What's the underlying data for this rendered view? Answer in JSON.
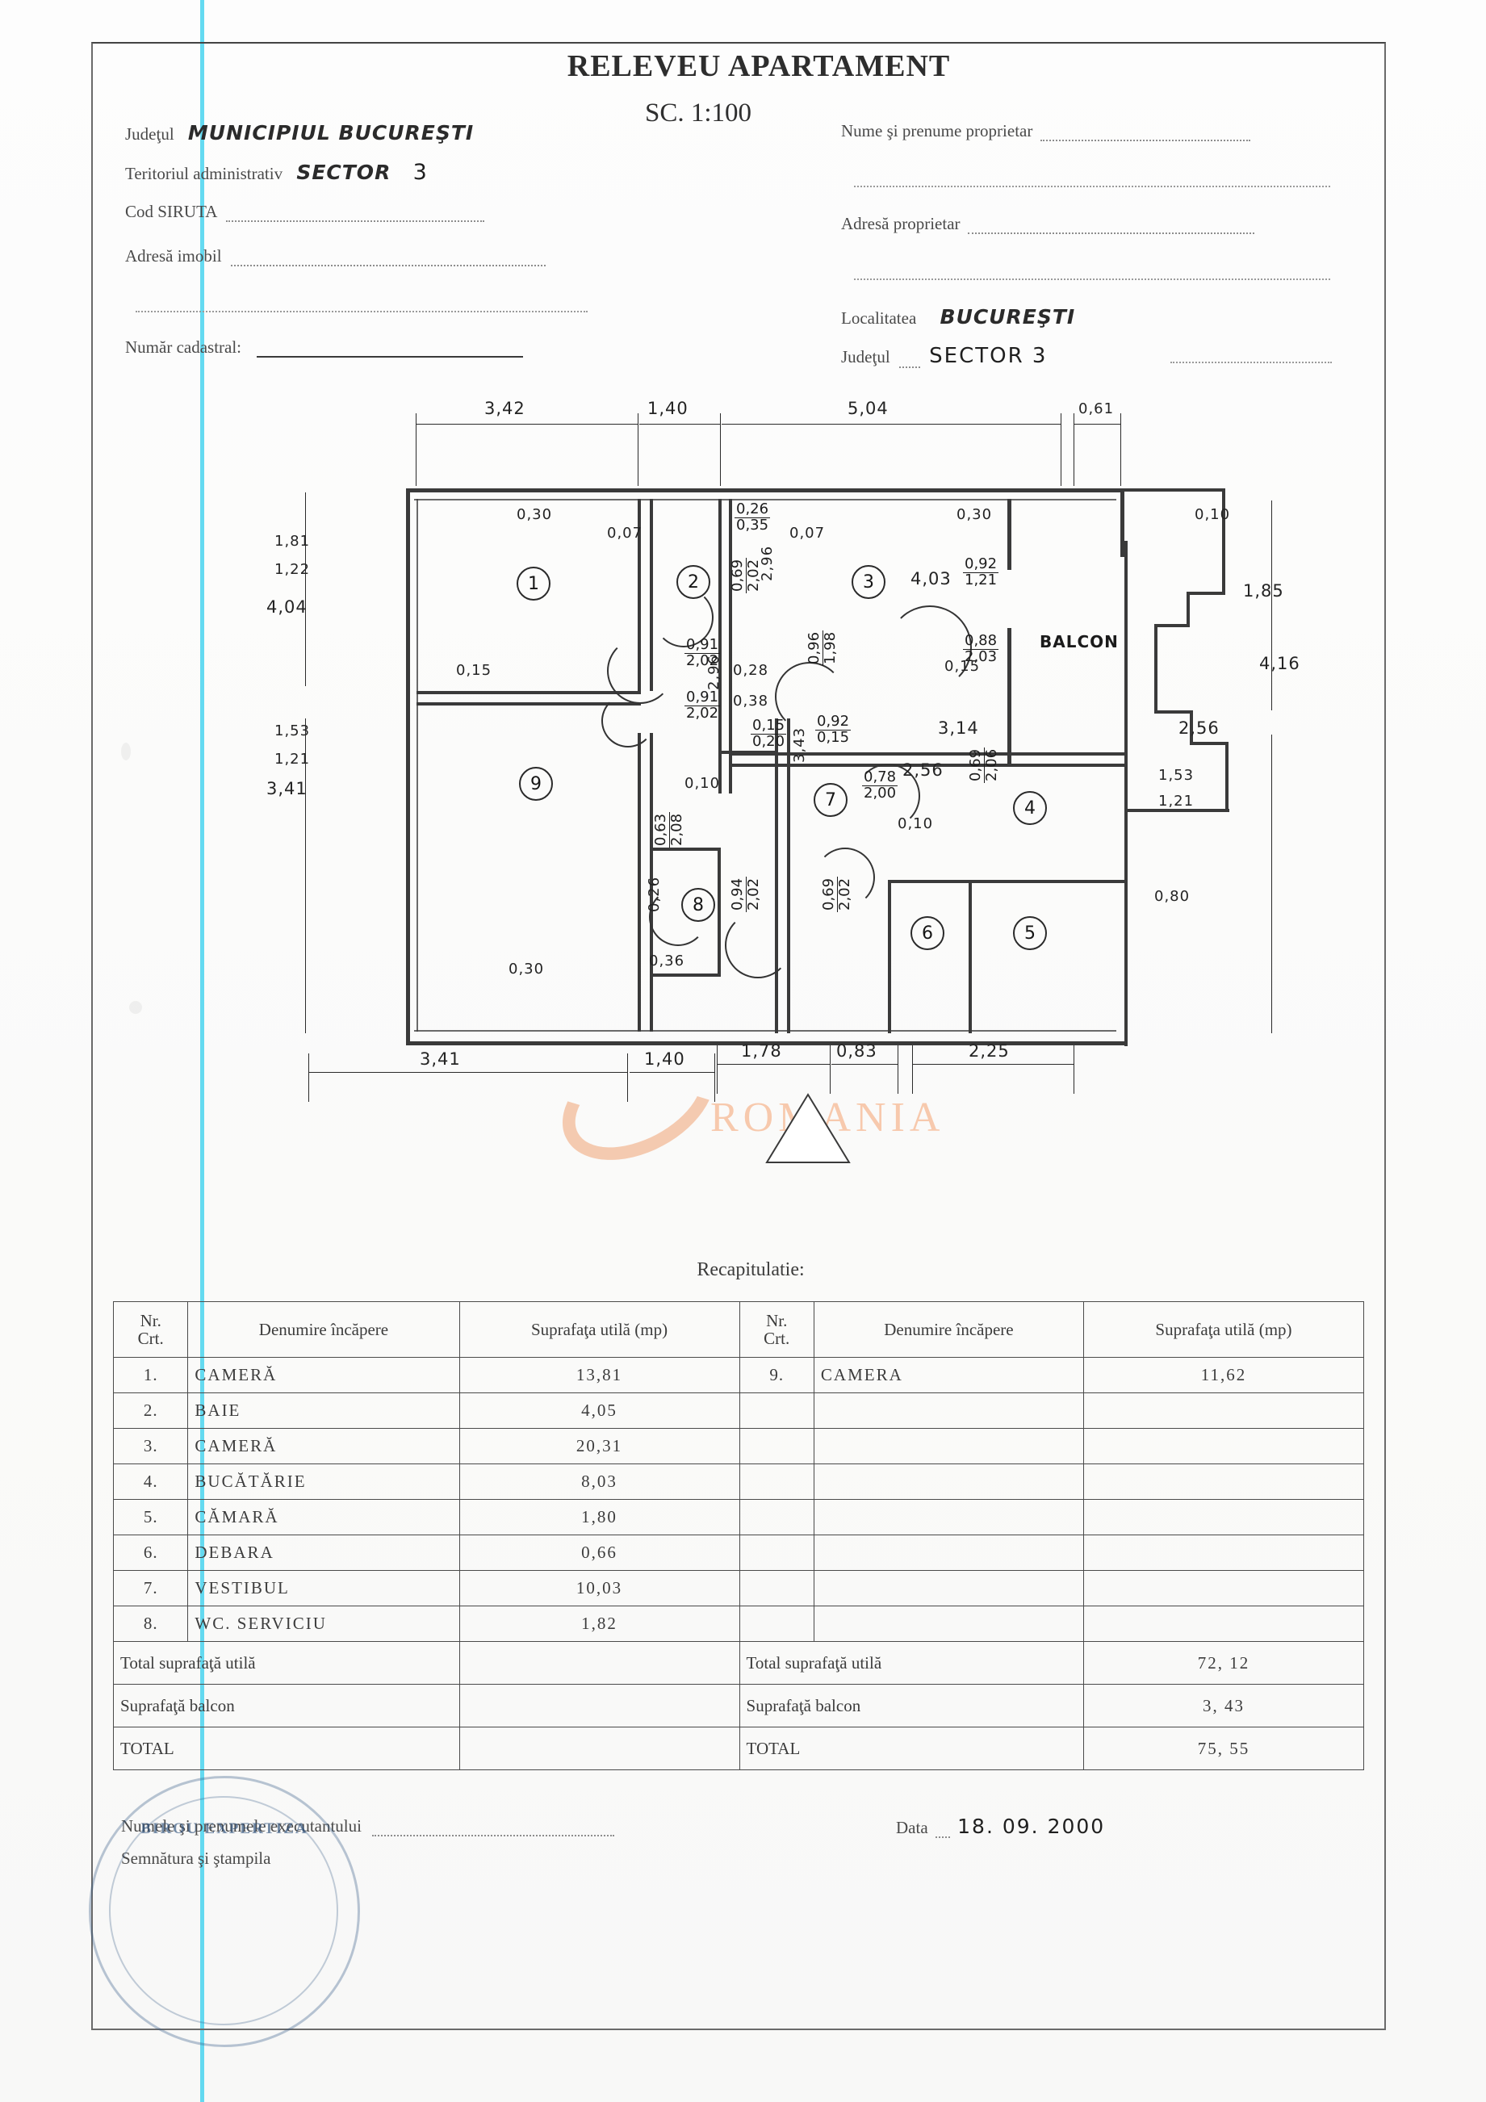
{
  "document": {
    "title": "RELEVEU APARTAMENT",
    "scale": "SC. 1:100",
    "recap_label": "Recapitulatie:"
  },
  "header_left": {
    "judet_label": "Judeţul",
    "judet_value": "MUNICIPIUL  BUCUREŞTI",
    "teritoriu_label": "Teritoriul administrativ",
    "teritoriu_value": "SECTOR",
    "teritoriu_value2": "3",
    "siruta_label": "Cod SIRUTA",
    "siruta_value": "",
    "adresa_imobil_label": "Adresă imobil",
    "adresa_imobil_value": "",
    "numar_cadastral_label": "Număr cadastral:",
    "numar_cadastral_value": ""
  },
  "header_right": {
    "nume_label": "Nume şi prenume proprietar",
    "nume_value": "",
    "adresa_label": "Adresă proprietar",
    "adresa_value": "",
    "localitatea_label": "Localitatea",
    "localitatea_value": "BUCUREŞTI",
    "judet_label": "Judeţul",
    "judet_value": "SECTOR  3"
  },
  "plan": {
    "balcony_label": "BALCON",
    "room_markers": [
      "1",
      "2",
      "3",
      "4",
      "5",
      "6",
      "7",
      "8",
      "9"
    ],
    "dimensions_top": [
      "3,42",
      "1,40",
      "5,04",
      "0,61"
    ],
    "dimensions_bottom": [
      "3,41",
      "1,40",
      "1,78",
      "0,83",
      "2,25"
    ],
    "dimensions_left": [
      "1,81",
      "1,22",
      "4,04",
      "1,53",
      "1,21",
      "3,41"
    ],
    "dimensions_right": [
      "1,85",
      "4,16",
      "2,56",
      "1,53",
      "1,21",
      "0,80"
    ],
    "interior": {
      "wall_030_r1": "0,30",
      "wall_007_a": "0,07",
      "wall_026": "0,26",
      "wall_035": "0,35",
      "wall_007_b": "0,07",
      "wall_030_r3": "0,30",
      "wall_010_top": "0,10",
      "door_092_121": {
        "w": "0,92",
        "h": "1,21"
      },
      "door_088_203": {
        "w": "0,88",
        "h": "2,03"
      },
      "room3_403": "4,03",
      "wall_015_a": "0,15",
      "wall_015_b": "0,15",
      "door_069_202": {
        "w": "0,69",
        "h": "2,02"
      },
      "door_091_202_a": {
        "w": "0,91",
        "h": "2,02"
      },
      "door_091_202_b": {
        "w": "0,91",
        "h": "2,02"
      },
      "dim_296_a": "2,96",
      "dim_296_b": "2,96",
      "wall_028": "0,28",
      "wall_038": "0,38",
      "door_096_198": {
        "w": "0,96",
        "h": "1,98"
      },
      "wall_015_c": "0,15",
      "wall_020": "0,20",
      "wall_092_015": {
        "top": "0,92",
        "bottom": "0,15"
      },
      "dim_314": "3,14",
      "dim_256": "2,56",
      "wall_010_r9": "0,10",
      "wall_010_r4": "0,10",
      "dim_343": "3,43",
      "door_078_200": {
        "w": "0,78",
        "h": "2,00"
      },
      "door_069_206": {
        "w": "0,69",
        "h": "2,06"
      },
      "door_094_202": {
        "w": "0,94",
        "h": "2,02"
      },
      "door_063_208": {
        "w": "0,63",
        "h": "2,08"
      },
      "wall_026_r8": "0,26",
      "wall_036": "0,36",
      "wall_030_r9": "0,30"
    }
  },
  "recap": {
    "headers": [
      "Nr. Crt.",
      "Denumire încăpere",
      "Suprafaţa utilă (mp)",
      "Nr. Crt.",
      "Denumire încăpere",
      "Suprafaţa utilă (mp)"
    ],
    "header_nr": "Nr.",
    "header_crt": "Crt.",
    "header_name": "Denumire încăpere",
    "header_area": "Suprafaţa utilă (mp)",
    "left_rows": [
      {
        "nr": "1.",
        "name": "CAMERĂ",
        "area": "13,81"
      },
      {
        "nr": "2.",
        "name": "BAIE",
        "area": "4,05"
      },
      {
        "nr": "3.",
        "name": "CAMERĂ",
        "area": "20,31"
      },
      {
        "nr": "4.",
        "name": "BUCĂTĂRIE",
        "area": "8,03"
      },
      {
        "nr": "5.",
        "name": "CĂMARĂ",
        "area": "1,80"
      },
      {
        "nr": "6.",
        "name": "DEBARA",
        "area": "0,66"
      },
      {
        "nr": "7.",
        "name": "VESTIBUL",
        "area": "10,03"
      },
      {
        "nr": "8.",
        "name": "WC.  SERVICIU",
        "area": "1,82"
      }
    ],
    "right_rows": [
      {
        "nr": "9.",
        "name": "CAMERA",
        "area": "11,62"
      },
      {
        "nr": "",
        "name": "",
        "area": ""
      },
      {
        "nr": "",
        "name": "",
        "area": ""
      },
      {
        "nr": "",
        "name": "",
        "area": ""
      },
      {
        "nr": "",
        "name": "",
        "area": ""
      },
      {
        "nr": "",
        "name": "",
        "area": ""
      },
      {
        "nr": "",
        "name": "",
        "area": ""
      },
      {
        "nr": "",
        "name": "",
        "area": ""
      }
    ],
    "total_util_label": "Total suprafaţă utilă",
    "total_util_left": "",
    "total_util_right": "72, 12",
    "balcon_label": "Suprafaţă balcon",
    "balcon_left": "",
    "balcon_right": "3, 43",
    "total_label": "TOTAL",
    "total_left": "",
    "total_right": "75, 55"
  },
  "footer": {
    "executant_label": "Numele şi prenumele executantului",
    "executant_value": "",
    "semnatura_label": "Semnătura şi ştampila",
    "data_label": "Data",
    "data_value": "18. 09.  2000",
    "stamp_text": "BIROU EXPERTIZA"
  },
  "watermark": {
    "text": "ROMANIA",
    "accent": "#f7c9ad"
  }
}
